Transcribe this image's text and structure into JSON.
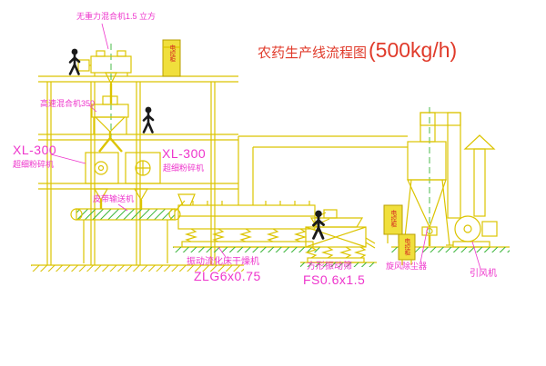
{
  "title": {
    "name": "农药生产线流程图",
    "capacity": "(500kg/h)"
  },
  "labels": {
    "gravity_mixer": "无重力混合机1.5 立方",
    "high_speed_mixer": "高速混合机350",
    "pulverizer_left_model": "XL-300",
    "pulverizer_left_name": "超细粉碎机",
    "pulverizer_right_model": "XL-300",
    "pulverizer_right_name": "超细粉碎机",
    "belt_conveyor": "皮带输送机",
    "dryer_name": "振动流化床干燥机",
    "dryer_model": "ZLG6x0.75",
    "screen_name": "方形振动筛",
    "screen_model": "FS0.6x1.5",
    "cyclone": "旋风除尘器",
    "fan": "引风机",
    "control_cabinet": "电控柜"
  },
  "colors": {
    "line_yellow": "#dcc400",
    "hatch_green": "#38b438",
    "label_magenta": "#ee35cc",
    "title_red": "#e03a2a",
    "figure_black": "#1a1a1a",
    "cabinet_fill": "#f0df3c",
    "cabinet_text_red": "#d42020"
  }
}
